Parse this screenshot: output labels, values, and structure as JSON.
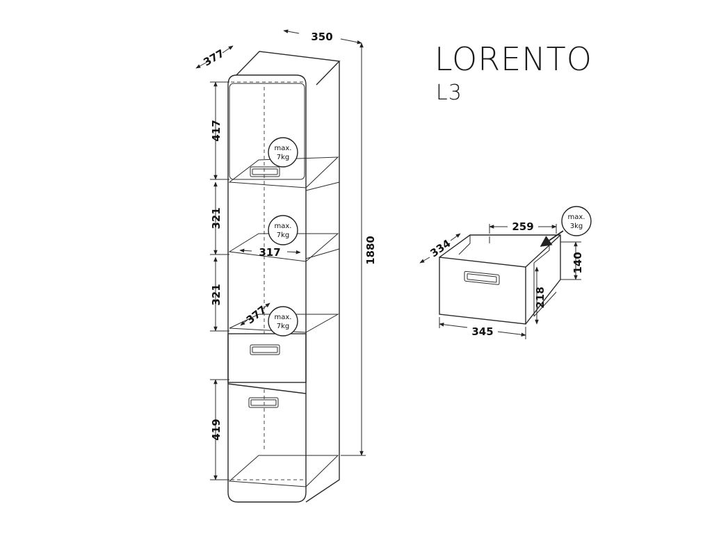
{
  "title": "LORENTO",
  "model": "L3",
  "cabinet": {
    "dims": {
      "width": "350",
      "depth": "377",
      "height": "1880",
      "top_compartment": "417",
      "middle_compartment_1": "321",
      "middle_compartment_2": "321",
      "bottom_compartment": "419",
      "shelf_width": "317",
      "shelf_depth": "377"
    },
    "load_badges": [
      {
        "line1": "max.",
        "line2": "7kg"
      },
      {
        "line1": "max.",
        "line2": "7kg"
      },
      {
        "line1": "max.",
        "line2": "7kg"
      }
    ]
  },
  "drawer": {
    "dims": {
      "inner_width": "259",
      "depth": "334",
      "side_height": "140",
      "front_height": "218",
      "front_width": "345"
    },
    "load_badge": {
      "line1": "max.",
      "line2": "3kg"
    }
  }
}
